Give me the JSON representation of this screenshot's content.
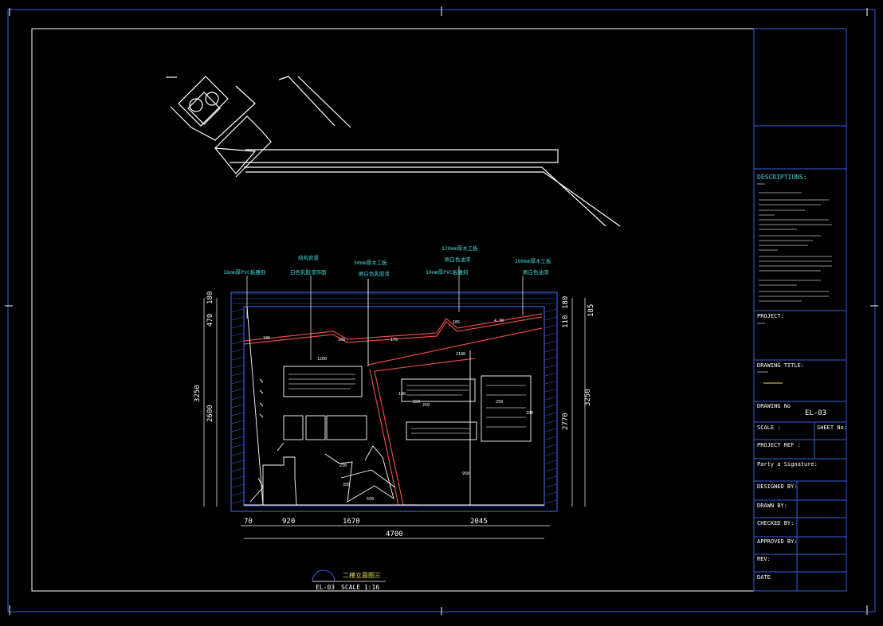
{
  "colors": {
    "background": "#000000",
    "white_line": "#ffffff",
    "frame_blue": "#3a5bd8",
    "cyan_text": "#48d6d6",
    "yellow_text": "#e8e060",
    "wall_red": "#e04848",
    "green_dim": "#58d058"
  },
  "title_block": {
    "descriptions_label": "DESCRIPTIONS:",
    "project_label": "PROJECT:",
    "drawing_title_label": "DRAWING TITLE:",
    "drawing_no_label": "DRAWING No",
    "drawing_no_value": "EL-03",
    "scale_label": "SCALE :",
    "sheet_label": "SHEET No:",
    "project_ref_label": "PROJECT REF :",
    "party_signature_label": "Party a Signature:",
    "designed_label": "DESIGNED BY:",
    "drawn_label": "DRAWN BY:",
    "checked_label": "CHECKED BY:",
    "approved_label": "APPROVED BY:",
    "rev_label": "REV:",
    "date_label": "DATE"
  },
  "drawing": {
    "dims_bottom": [
      "70",
      "920",
      "1670",
      "2045"
    ],
    "dim_total_width": "4700",
    "dims_left": [
      "180",
      "470",
      "3250",
      "2600"
    ],
    "dims_right": [
      "180",
      "110",
      "185",
      "2770",
      "3250"
    ],
    "inner_dims": [
      "105",
      "168",
      "170",
      "185",
      "4.38",
      "1200",
      "2180",
      "150",
      "250",
      "250",
      "100",
      "100",
      "950",
      "350",
      "250",
      "550"
    ],
    "callouts": [
      "16mm厚PVC板雕刻",
      "结构背景",
      "50mm厚木工板",
      "120mm厚木工板",
      "10mm厚PVC板雕刻",
      "100mm厚木工板"
    ],
    "callout_sub": [
      "白色乳胶漆饰面",
      "刷白色乳胶漆",
      "刷白色油漆",
      "刷白色油漆"
    ],
    "plan_label": "二楼立面图三",
    "label_id": "EL-03",
    "scale_label": "SCALE 1:16"
  }
}
